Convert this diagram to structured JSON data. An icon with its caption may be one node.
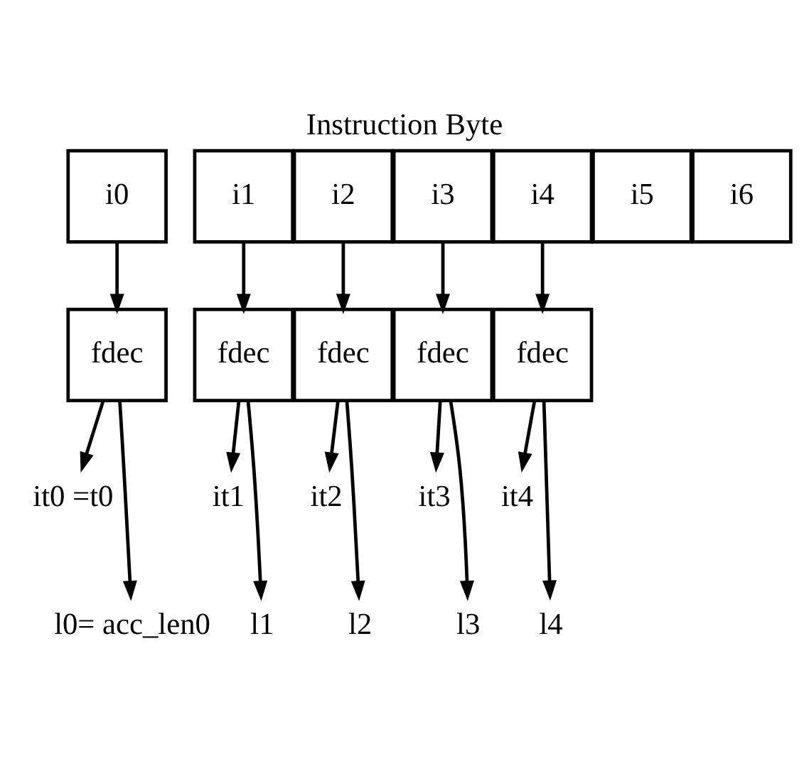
{
  "diagram": {
    "title": "Instruction Byte",
    "nodes": [
      {
        "text": [
          "i0"
        ]
      },
      {
        "text": [
          "i1"
        ]
      },
      {
        "text": [
          "i2"
        ]
      },
      {
        "text": [
          "i3"
        ]
      },
      {
        "text": [
          "i4"
        ]
      },
      {
        "text": [
          "i5"
        ]
      },
      {
        "text": [
          "i6"
        ]
      },
      {
        "text": [
          "fdec"
        ]
      },
      {
        "text": [
          "fdec"
        ]
      },
      {
        "text": [
          "fdec"
        ]
      },
      {
        "text": [
          "fdec"
        ]
      },
      {
        "text": [
          "fdec"
        ]
      },
      {
        "text": [
          "it0 =t0"
        ]
      },
      {
        "text": [
          "it1"
        ]
      },
      {
        "text": [
          "it2"
        ]
      },
      {
        "text": [
          "it3"
        ]
      },
      {
        "text": [
          "it4"
        ]
      },
      {
        "text": [
          "l0= acc_len0"
        ]
      },
      {
        "text": [
          "l1"
        ]
      },
      {
        "text": [
          "l2"
        ]
      },
      {
        "text": [
          "l3"
        ]
      },
      {
        "text": [
          "l4"
        ]
      }
    ],
    "edges": [
      {
        "from": 0,
        "to": 7,
        "arrow": "to"
      },
      {
        "from": 1,
        "to": 8,
        "arrow": "to"
      },
      {
        "from": 2,
        "to": 9,
        "arrow": "to"
      },
      {
        "from": 3,
        "to": 10,
        "arrow": "to"
      },
      {
        "from": 4,
        "to": 11,
        "arrow": "to"
      },
      {
        "from": 7,
        "to": 12,
        "arrow": "to"
      },
      {
        "from": 7,
        "to": 17,
        "arrow": "to"
      },
      {
        "from": 8,
        "to": 13,
        "arrow": "to"
      },
      {
        "from": 8,
        "to": 18,
        "arrow": "to"
      },
      {
        "from": 9,
        "to": 14,
        "arrow": "to"
      },
      {
        "from": 9,
        "to": 19,
        "arrow": "to"
      },
      {
        "from": 10,
        "to": 15,
        "arrow": "to"
      },
      {
        "from": 10,
        "to": 20,
        "arrow": "to"
      },
      {
        "from": 11,
        "to": 16,
        "arrow": "to"
      },
      {
        "from": 11,
        "to": 21,
        "arrow": "to"
      }
    ]
  }
}
